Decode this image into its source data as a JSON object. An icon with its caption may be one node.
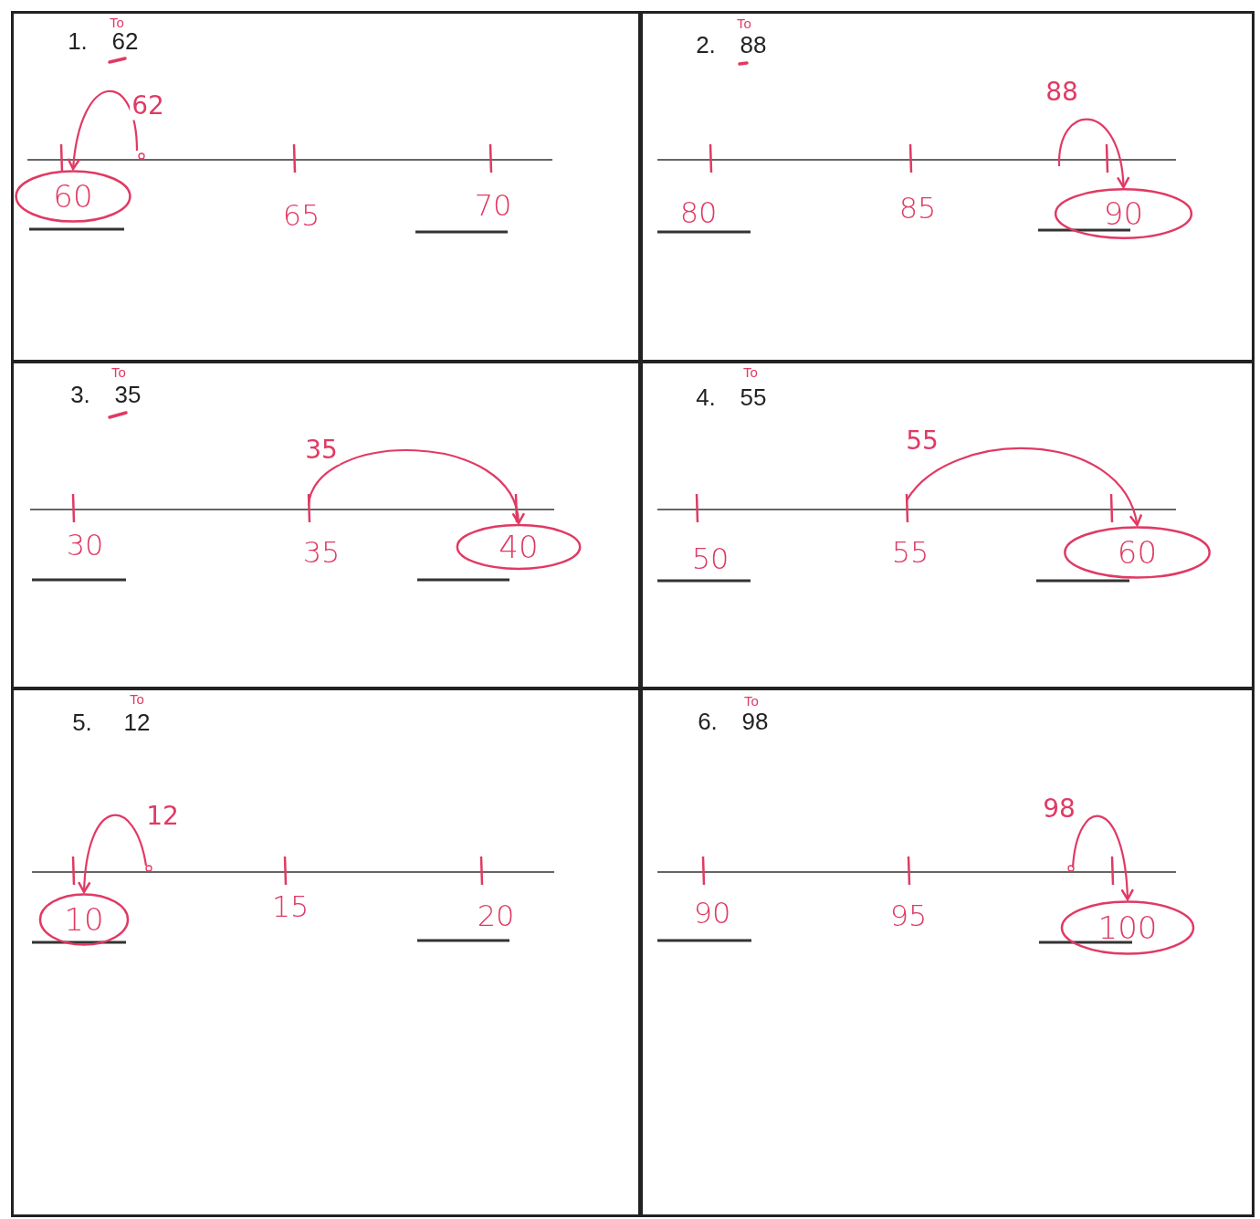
{
  "diagram": {
    "nodes": [
      {
        "text": [],
        "shape": "box"
      },
      {
        "text": [
          "60"
        ],
        "in": 0
      },
      {
        "text": [],
        "shape": "box"
      },
      {
        "text": [
          "90"
        ],
        "in": 2
      },
      {
        "text": [],
        "shape": "box"
      },
      {
        "text": [
          "40"
        ],
        "in": 4
      },
      {
        "text": [],
        "shape": "box"
      },
      {
        "text": [
          "60"
        ],
        "in": 6
      },
      {
        "text": [],
        "shape": "box"
      },
      {
        "text": [
          "10"
        ],
        "in": 8
      },
      {
        "text": [],
        "shape": "box"
      },
      {
        "text": [
          "100"
        ],
        "in": 10
      }
    ],
    "edges": [
      {
        "from": null,
        "to": 1,
        "arrow": "to",
        "label": "62"
      },
      {
        "from": null,
        "to": 3,
        "arrow": "to",
        "label": "88"
      },
      {
        "from": null,
        "to": 5,
        "arrow": "to",
        "label": "35"
      },
      {
        "from": null,
        "to": 7,
        "arrow": "to",
        "label": "55"
      },
      {
        "from": null,
        "to": 9,
        "arrow": "to",
        "label": "12"
      },
      {
        "from": null,
        "to": 11,
        "arrow": "to",
        "label": "98"
      }
    ],
    "labels": [
      "1.",
      "62",
      "To",
      "65",
      "70",
      "2.",
      "88",
      "To",
      "80",
      "85",
      "3.",
      "35",
      "To",
      "30",
      "35",
      "4.",
      "55",
      "To",
      "50",
      "55",
      "5.",
      "12",
      "To",
      "15",
      "20",
      "6.",
      "98",
      "To",
      "90",
      "95"
    ]
  }
}
